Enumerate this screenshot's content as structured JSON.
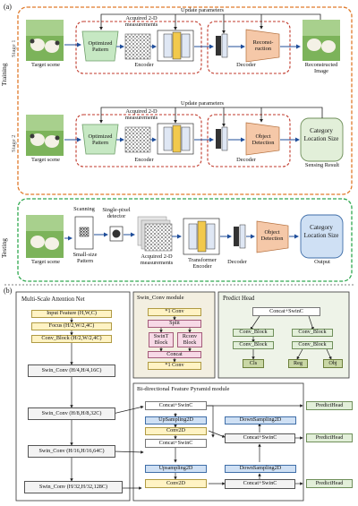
{
  "panel_a": {
    "label": "(a)",
    "training_label": "Training",
    "testing_label": "Testing",
    "stage1": {
      "label": "Stage 1",
      "target_scene": "Target scene",
      "optimized_pattern": "Optimized Pattern",
      "acquired": "Acquired 2-D measurements",
      "encoder": "Encoder",
      "decoder": "Decoder",
      "reconstruction": "Reconst-ruction",
      "reconstructed_image": "Reconstructed Image",
      "update": "Update parameters"
    },
    "stage2": {
      "label": "Stage 2",
      "target_scene": "Target scene",
      "optimized_pattern": "Optimized Pattern",
      "acquired": "Acquired 2-D measurements",
      "encoder": "Encoder",
      "decoder": "Decoder",
      "object_detection": "Object Detection",
      "result": "Category Location Size",
      "sensing_result": "Sensing Result",
      "update": "Update parameters"
    },
    "testing": {
      "target_scene": "Target scene",
      "scanning": "Scanning",
      "small_pattern": "Small-size Pattern",
      "detector": "Single-pixel detector",
      "acquired": "Acquired 2-D measurements",
      "transformer_encoder": "Transformer Encoder",
      "decoder": "Decoder",
      "object_detection": "Object Detection",
      "result": "Category Location Size",
      "output": "Output"
    }
  },
  "panel_b": {
    "label": "(b)",
    "msan": {
      "title": "Multi-Scale Attention Net",
      "blocks": [
        "Input Feature (H,W,C)",
        "Focus (H/2,W/2,4C)",
        "Conv_Block (H/2,W/2,4C)",
        "Swin_Conv (H/4,H/4,16C)",
        "Swin_Conv (H/8,H/8,32C)",
        "Swin_Conv (H/16,H/16,64C)",
        "Swin_Conv (H/32,H/32,128C)"
      ]
    },
    "swin_conv": {
      "title": "Swin_Conv module",
      "conv_top": "*1 Conv",
      "split": "Split",
      "swint": "SwinT Block",
      "rconv": "Rconv Block",
      "concat": "Concat",
      "conv_bottom": "*1 Conv"
    },
    "predict_head": {
      "title": "Predict Head",
      "concat": "Concat+SwinC",
      "conv_block": "Conv_Block",
      "cls": "Cls",
      "reg": "Reg",
      "obj": "Obj"
    },
    "bifpn": {
      "title": "Bi-directional Feature Pyramid module",
      "concat": "Concat+SwinC",
      "upsampling": "UpSampling2D",
      "upsampling_b": "Upsampling2D",
      "downsampling": "DownSampling2D",
      "conv2d": "Conv2D",
      "predict_head": "PredictHead"
    }
  },
  "colors": {
    "training_border": "#e07a2b",
    "testing_border": "#2fa84f",
    "encoder_border": "#c0392b",
    "arrow": "#1f4e9a",
    "yellow_block": "#fff3c4",
    "green_block": "#e2efd9",
    "blue_block": "#cfe0f4"
  }
}
